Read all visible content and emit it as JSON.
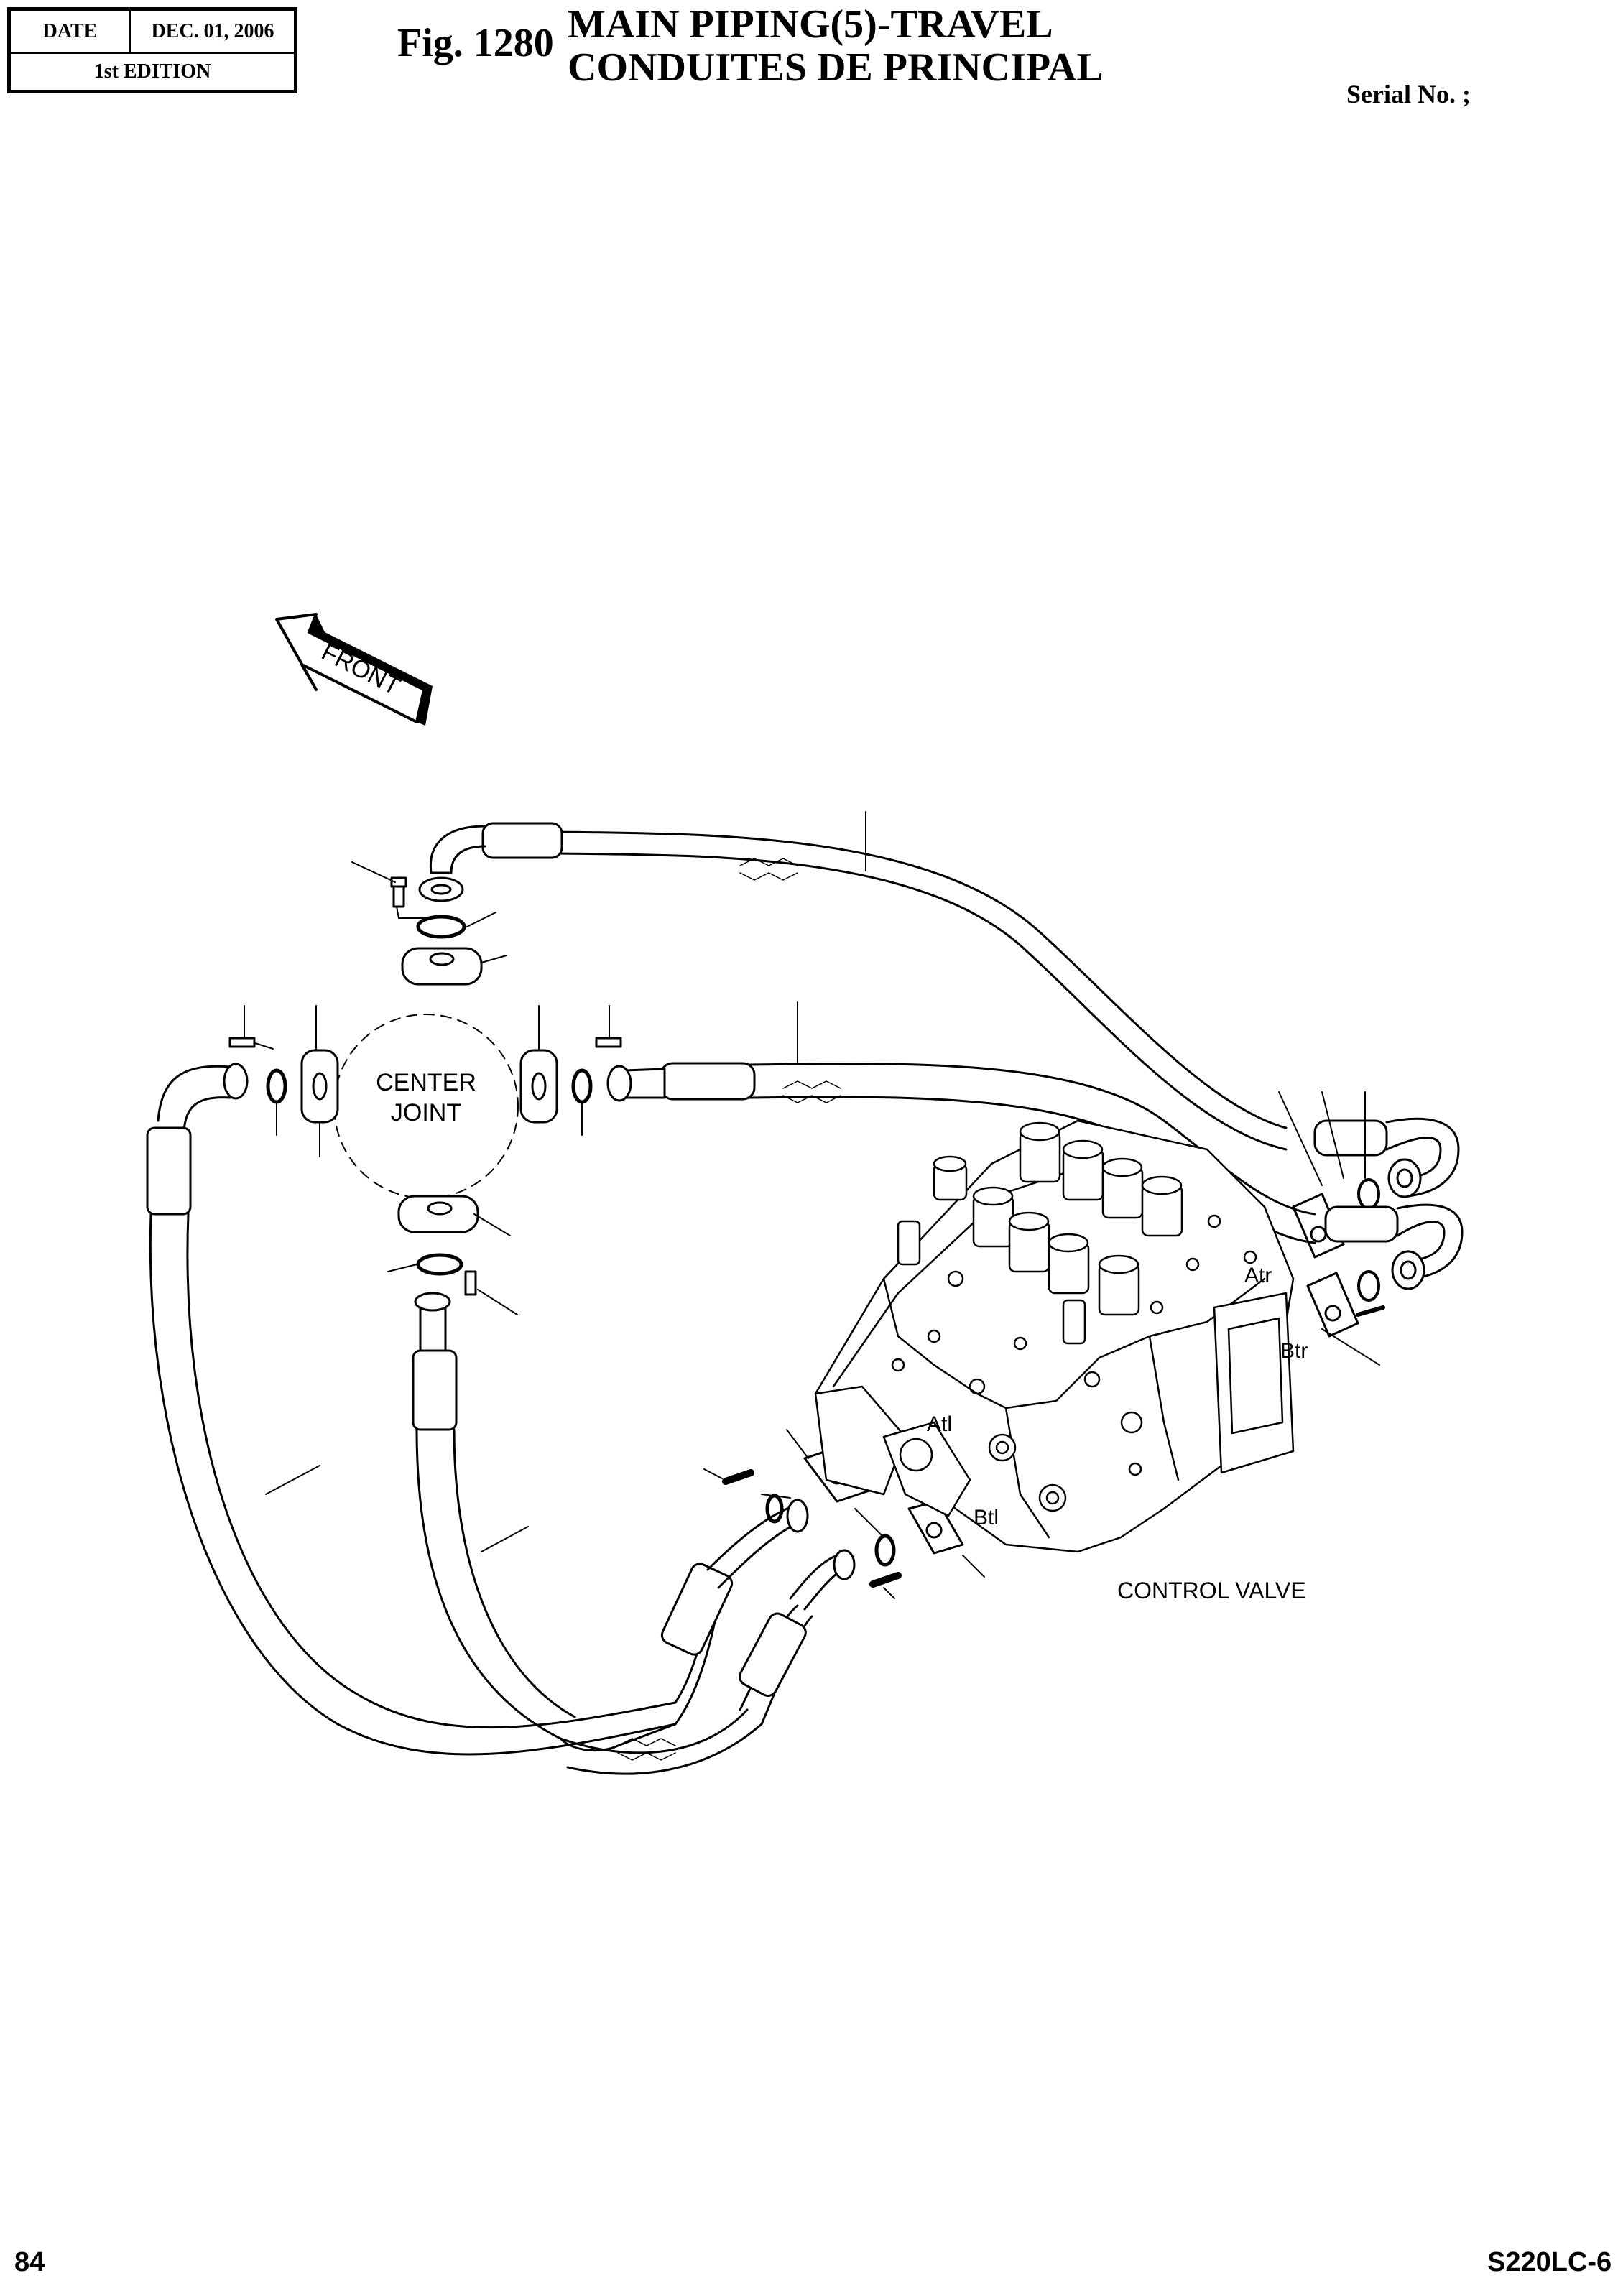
{
  "header": {
    "date_label": "DATE",
    "date_value": "DEC. 01, 2006",
    "edition": "1st EDITION"
  },
  "figure": {
    "fig_label": "Fig. 1280",
    "title_line1": "MAIN  PIPING(5)-TRAVEL",
    "title_line2": "CONDUITES  DE  PRINCIPAL",
    "serial_label": "Serial No. ;"
  },
  "diagram": {
    "front_label": "FRONT",
    "center_joint_line1": "CENTER",
    "center_joint_line2": "JOINT",
    "control_valve_label": "CONTROL VALVE",
    "port_atr": "Atr",
    "port_btr": "Btr",
    "port_atl": "Atl",
    "port_btl": "Btl"
  },
  "footer": {
    "page_number": "84",
    "model": "S220LC-6"
  }
}
